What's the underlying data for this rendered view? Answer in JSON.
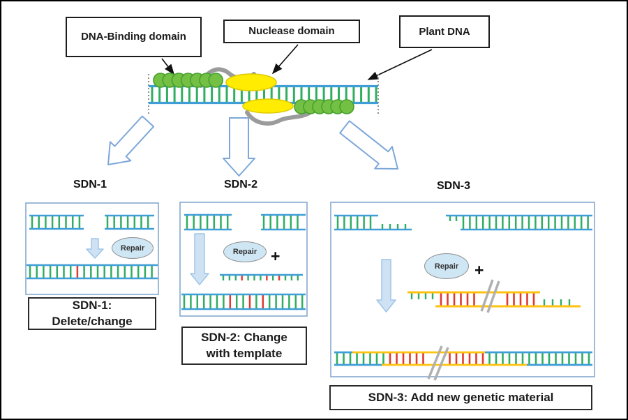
{
  "figure": {
    "top_labels": {
      "dna_binding": "DNA-Binding domain",
      "nuclease": "Nuclease domain",
      "plant_dna": "Plant DNA"
    },
    "sdn1": {
      "title": "SDN-1",
      "repair": "Repair",
      "caption": "SDN-1:\nDelete/change"
    },
    "sdn2": {
      "title": "SDN-2",
      "repair": "Repair",
      "plus": "+",
      "caption": "SDN-2: Change\nwith template"
    },
    "sdn3": {
      "title": "SDN-3",
      "repair": "Repair",
      "plus": "+",
      "caption": "SDN-3: Add new genetic material"
    }
  },
  "palette": {
    "dna_rail_blue": "#3f9ed6",
    "dna_rung_green": "#2fae60",
    "edit_red": "#e0392f",
    "donor_rail_yellow": "#ffc20e",
    "protein_green": "#74c044",
    "protein_green_edge": "#44a02b",
    "nuclease_yellow": "#ffec00",
    "nuclease_yellow_edge": "#ddc900",
    "linker_gray": "#9b9b9b",
    "outline_arrow_blue": "#7da7d9",
    "fill_arrow_blue": "#cfe2f3",
    "fill_arrow_edge": "#9fc5e8",
    "panel_border_blue": "#85a9cf",
    "repair_fill_blue": "#cfe6f5",
    "break_slash_gray": "#b0b0b0",
    "pointer_black": "#111111",
    "dotted_end_gray": "#8c8c8c"
  },
  "patterns": {
    "sdn1_bottom_red_rung_index": 7,
    "sdn2_template_ticks": [
      "g",
      "g",
      "g",
      "r",
      "g",
      "g",
      "g",
      "r",
      "g",
      "r",
      "g",
      "g",
      "g"
    ],
    "sdn2_bottom_red_rung_indices": [
      7,
      10,
      12
    ]
  }
}
